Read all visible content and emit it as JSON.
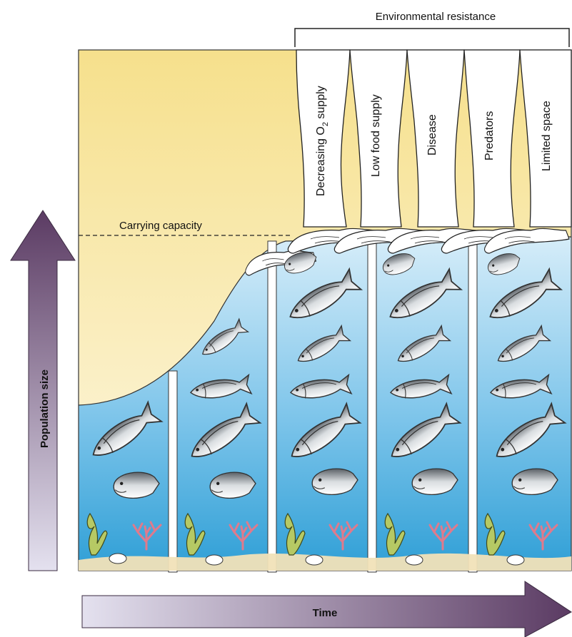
{
  "header": {
    "title": "Environmental resistance"
  },
  "curve": {
    "carrying_capacity_label": "Carrying capacity"
  },
  "factors": [
    {
      "label": "Decreasing O",
      "subscript": "2",
      "suffix": " supply"
    },
    {
      "label": "Low food supply"
    },
    {
      "label": "Disease"
    },
    {
      "label": "Predators"
    },
    {
      "label": "Limited space"
    }
  ],
  "axes": {
    "y_label": "Population size",
    "x_label": "Time"
  },
  "colors": {
    "sky_top": "#f6e08c",
    "sky_bottom": "#fdf8e6",
    "water_top": "#d4ecf8",
    "water_bottom": "#2f9fd6",
    "sand": "#f1e2b8",
    "arrow_dark": "#5b3b63",
    "arrow_light": "#e4e1ef"
  }
}
